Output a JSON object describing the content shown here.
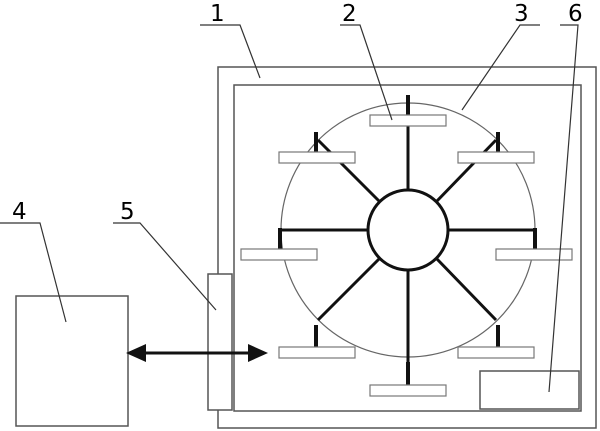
{
  "diagram": {
    "labels": [
      {
        "id": "1",
        "text": "1"
      },
      {
        "id": "2",
        "text": "2"
      },
      {
        "id": "3",
        "text": "3"
      },
      {
        "id": "4",
        "text": "4"
      },
      {
        "id": "5",
        "text": "5"
      },
      {
        "id": "6",
        "text": "6"
      }
    ],
    "colors": {
      "line": "#1a1a1a",
      "thin_line": "#555555",
      "fill": "#ffffff",
      "arm": "#111111"
    }
  }
}
